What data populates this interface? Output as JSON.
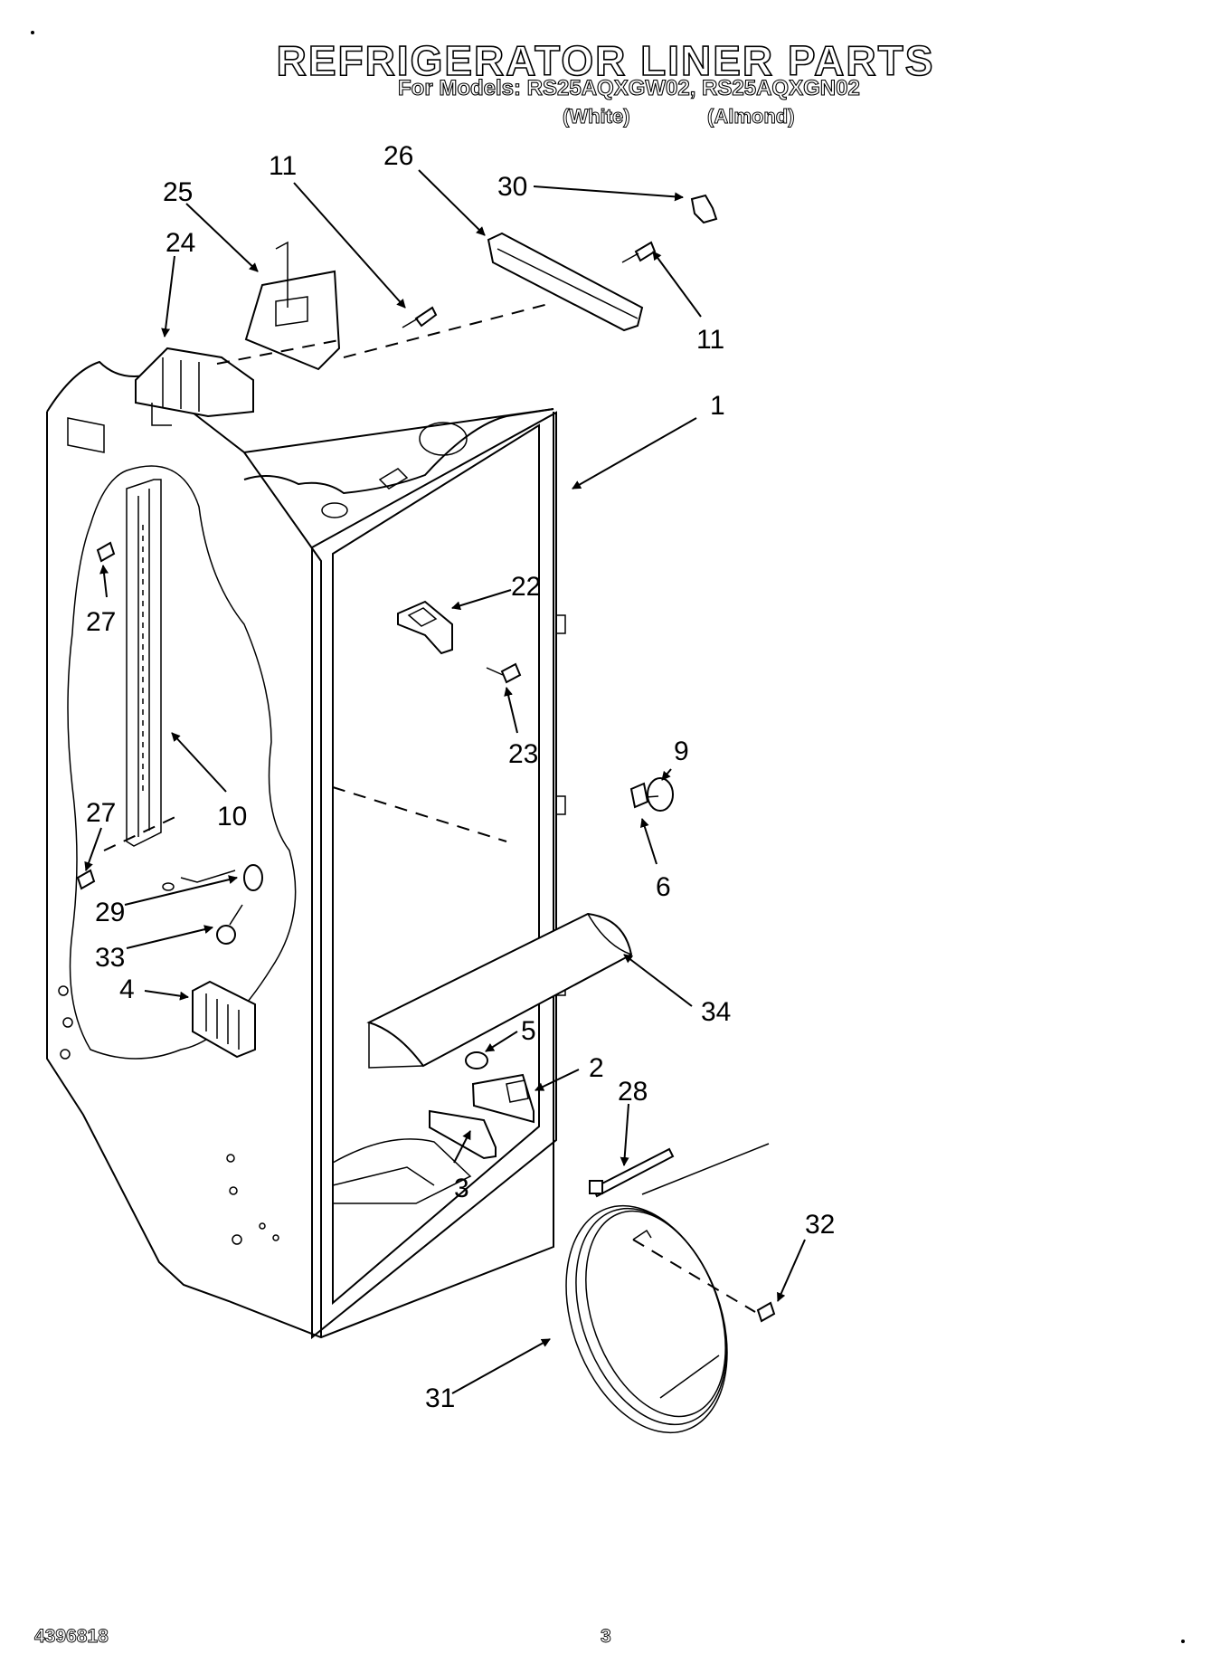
{
  "header": {
    "title": "REFRIGERATOR LINER PARTS",
    "models_line": "For Models: RS25AQXGW02, RS25AQXGN02",
    "variant_white": "(White)",
    "variant_almond": "(Almond)"
  },
  "callouts": [
    "1",
    "2",
    "3",
    "4",
    "5",
    "6",
    "9",
    "10",
    "11",
    "11",
    "22",
    "23",
    "24",
    "25",
    "26",
    "27",
    "27",
    "28",
    "29",
    "30",
    "31",
    "32",
    "33",
    "34"
  ],
  "footer": {
    "doc_number": "4396818",
    "page_number": "3"
  }
}
